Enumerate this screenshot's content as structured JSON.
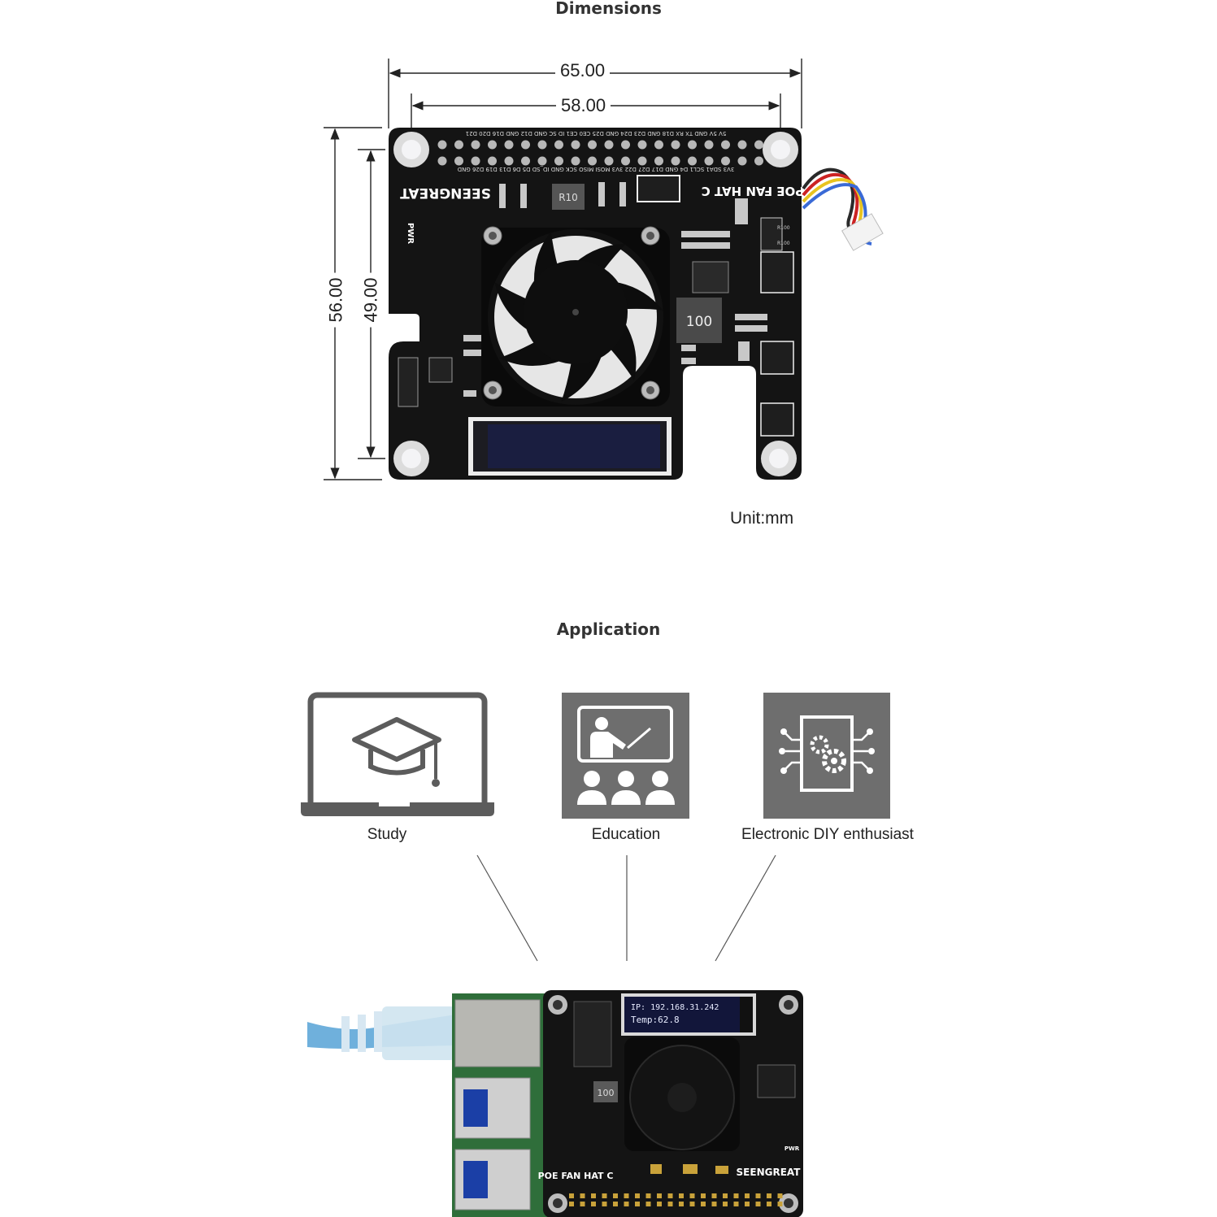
{
  "dimensions": {
    "heading": "Dimensions",
    "width_outer": "65.00",
    "width_inner": "58.00",
    "height_outer": "56.00",
    "height_inner": "49.00",
    "unit": "Unit:mm",
    "board": {
      "name": "POE FAN HAT C",
      "brand": "SEENGREAT",
      "pwr_label": "PWR",
      "inductor_top": "R10",
      "inductor_main": "100",
      "header_top_row": "5V 5V GND TX RX D18 GND D23 D24 GND D25 CE0 CE1 ID SC GND D12 GND D16 D20 D21",
      "header_bottom_row": "3V3 SDA1 SCL1 D4 GND D17 D27 D22 3V3 MOSI MISO SCK GND ID_SD D5 D6 D13 D19 D26 GND",
      "res_a": "R100",
      "res_b": "R100"
    }
  },
  "application": {
    "heading": "Application",
    "items": [
      {
        "label": "Study",
        "icon": "graduation-laptop-icon"
      },
      {
        "label": "Education",
        "icon": "classroom-teacher-icon"
      },
      {
        "label": "Electronic DIY enthusiast",
        "icon": "circuit-gear-icon"
      }
    ],
    "photo": {
      "oled_line1": "IP: 192.168.31.242",
      "oled_line2": "Temp:62.8",
      "board_name": "POE FAN HAT C",
      "brand": "SEENGREAT",
      "pwr_label": "PWR",
      "inductor": "100"
    }
  }
}
